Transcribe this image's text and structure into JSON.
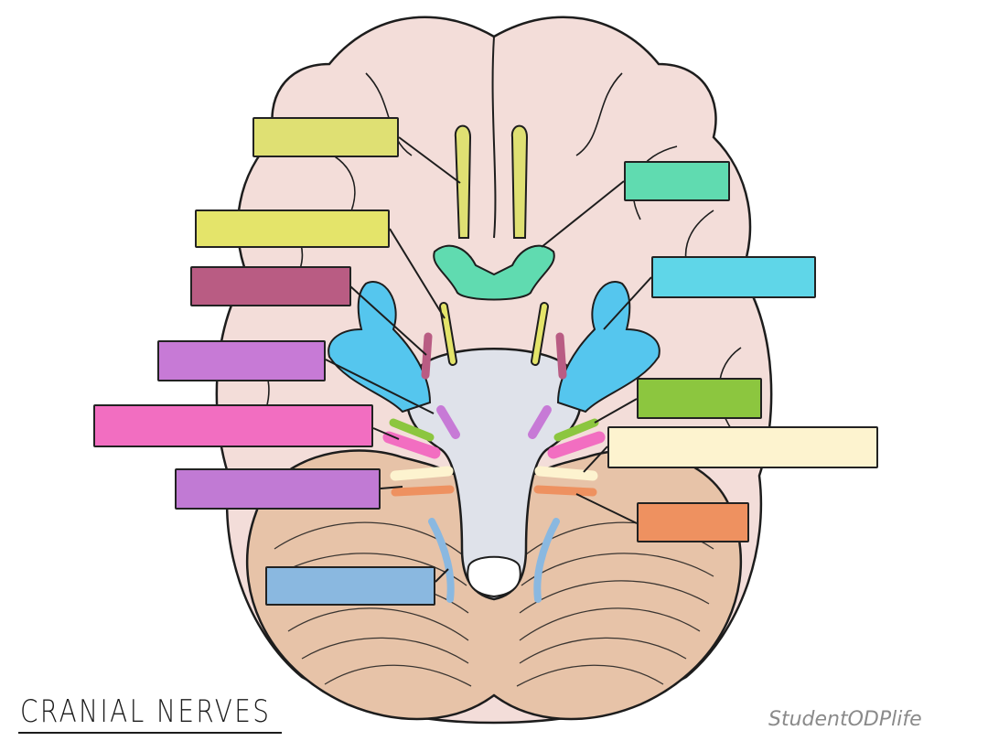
{
  "title": "CRANIAL NERVES",
  "watermark": "StudentODPlife",
  "colors": {
    "cerebrum": "#f3ddd9",
    "cerebellum": "#e7c3a8",
    "brainstem": "#dfe2ea",
    "outline": "#1d1d1d",
    "olfactory": "#dfe073",
    "optic": "#e4e46a",
    "oculomotor": "#b95c83",
    "trochlear": "#c77ad6",
    "trigeminal": "#f26ec1",
    "abducens": "#c17ad4",
    "facial": "#8cc63f",
    "vestibulocochlear": "#fdf3cf",
    "glossopharyngeal": "#ee9160",
    "vagus": "#5fd6e8",
    "accessory": "#60dbb0",
    "hypoglossal": "#8ab8e0",
    "ventral_vessels": "#55c6ee"
  },
  "label_boxes": [
    {
      "id": "box-olfactory",
      "color_key": "olfactory"
    },
    {
      "id": "box-optic",
      "color_key": "optic"
    },
    {
      "id": "box-oculomotor",
      "color_key": "oculomotor"
    },
    {
      "id": "box-trochlear",
      "color_key": "trochlear"
    },
    {
      "id": "box-trigeminal",
      "color_key": "trigeminal"
    },
    {
      "id": "box-abducens",
      "color_key": "abducens"
    },
    {
      "id": "box-hypoglossal",
      "color_key": "hypoglossal"
    },
    {
      "id": "box-accessory",
      "color_key": "accessory"
    },
    {
      "id": "box-vagus",
      "color_key": "vagus"
    },
    {
      "id": "box-facial",
      "color_key": "facial"
    },
    {
      "id": "box-vestibulocochlear",
      "color_key": "vestibulocochlear"
    },
    {
      "id": "box-glossopharyngeal",
      "color_key": "glossopharyngeal"
    }
  ]
}
